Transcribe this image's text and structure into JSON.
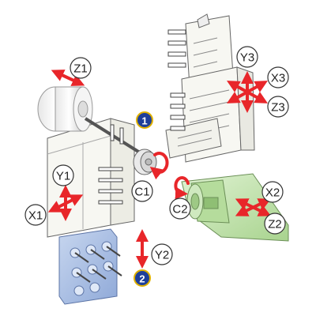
{
  "diagram": {
    "axis_labels": {
      "z1": "Z1",
      "y1": "Y1",
      "x1": "X1",
      "c1": "C1",
      "y2": "Y2",
      "y3": "Y3",
      "x3": "X3",
      "z3": "Z3",
      "x2": "X2",
      "z2": "Z2",
      "c2": "C2"
    },
    "markers": {
      "m1": "1",
      "m2": "2"
    },
    "colors": {
      "arrow": "#e8262a",
      "marker": "#1e3f9a",
      "marker_ring": "#e0b100",
      "machine_body": "#f7f7f2",
      "outline": "#555555",
      "spindle_green": "#c4e3b0",
      "turret_blue": "#a9bfe3"
    }
  }
}
